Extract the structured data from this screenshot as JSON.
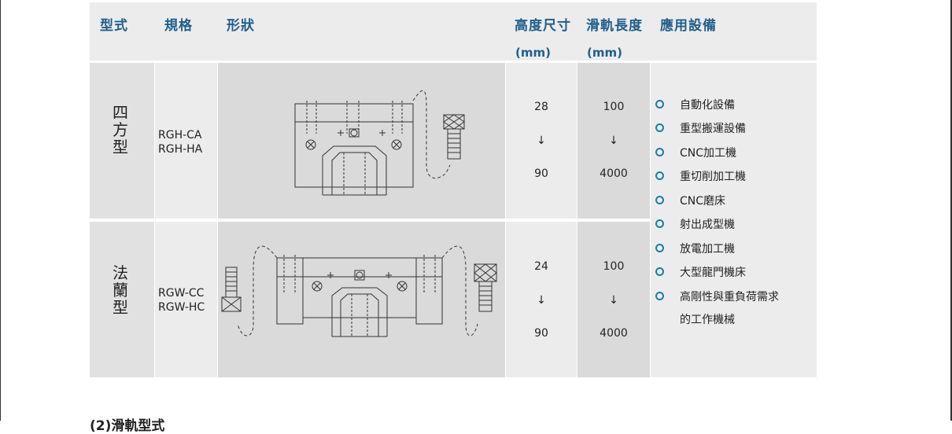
{
  "header": {
    "col_type": "型式",
    "col_spec": "規格",
    "col_shape": "形狀",
    "col_height": "高度尺寸",
    "col_height_unit": "(mm)",
    "col_rail": "滑軌長度",
    "col_rail_unit": "(mm)",
    "col_app": "應用設備"
  },
  "rows": [
    {
      "type_chars": [
        "四",
        "方",
        "型"
      ],
      "spec_lines": [
        "RGH-CA",
        "RGH-HA"
      ],
      "height_min": "28",
      "height_arrow": "↓",
      "height_max": "90",
      "rail_min": "100",
      "rail_arrow": "↓",
      "rail_max": "4000"
    },
    {
      "type_chars": [
        "法",
        "蘭",
        "型"
      ],
      "spec_lines": [
        "RGW-CC",
        "RGW-HC"
      ],
      "height_min": "24",
      "height_arrow": "↓",
      "height_max": "90",
      "rail_min": "100",
      "rail_arrow": "↓",
      "rail_max": "4000"
    }
  ],
  "applications": [
    "自動化設備",
    "重型搬運設備",
    "CNC加工機",
    "重切削加工機",
    "CNC磨床",
    "射出成型機",
    "放電加工機",
    "大型龍門機床",
    "高剛性與重負荷需求",
    "的工作機械"
  ],
  "footer": {
    "text": "(2)滑軌型式"
  },
  "colors": {
    "header_text": "#1f5f8c",
    "bullet": "#1a7bb5"
  }
}
